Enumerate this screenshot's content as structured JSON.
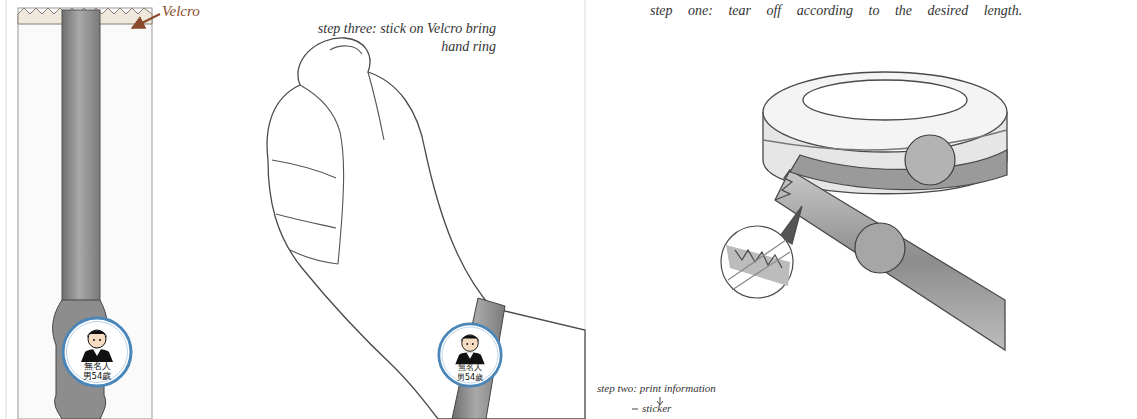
{
  "diagram": {
    "nodes": [
      {
        "text": [
          "無名人",
          "男54歲"
        ]
      },
      {
        "text": [
          "無名人",
          "男54歲"
        ]
      }
    ],
    "labels": [
      "Velcro",
      "step three: stick on Velcro bring hand ring",
      "step one: tear off according to the desired length.",
      "step two: print information",
      "sticker"
    ]
  }
}
